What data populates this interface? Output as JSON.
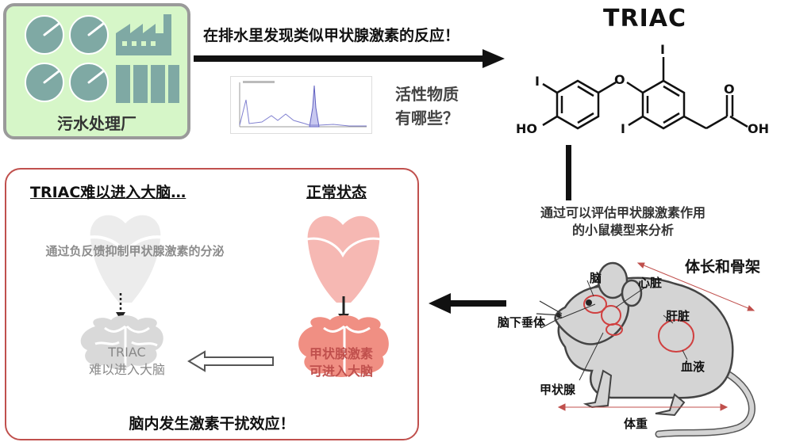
{
  "plant": {
    "label": "污水处理厂"
  },
  "top_arrow": {
    "label": "在排水里发现类似甲状腺激素的反应！"
  },
  "question": {
    "line1": "活性物质",
    "line2": "有哪些？"
  },
  "molecule": {
    "title": "TRIAC",
    "atoms": {
      "iodine": "I",
      "oxygen": "O",
      "hydroxyl": "HO",
      "acid_oh": "OH"
    }
  },
  "model": {
    "line1": "通过可以评估甲状腺激素作用",
    "line2": "的小鼠模型来分析"
  },
  "mouse": {
    "heading": "体长和骨架",
    "labels": {
      "brain": "脑",
      "heart": "心脏",
      "liver": "肝脏",
      "pituitary": "脑下垂体",
      "blood": "血液",
      "thyroid": "甲状腺",
      "weight": "体重"
    }
  },
  "box": {
    "left_heading": "TRIAC难以进入大脑…",
    "right_heading": "正常状态",
    "feedback": "通过负反馈抑制甲状腺激素的分泌",
    "triac_brain": {
      "line1": "TRIAC",
      "line2": "难以进入大脑"
    },
    "enter_brain": {
      "line1": "甲状腺激素",
      "line2": "可进入大脑"
    },
    "effect": "脑内发生激素干扰效应！"
  },
  "colors": {
    "plant_bg": "#d6f6c8",
    "tank": "#7fa9a4",
    "box_border": "#c0504d",
    "thyroid_pink": "#f6b8b3",
    "brain_pink": "#f08f83",
    "grey_shape": "#e4e4e4",
    "mouse_body": "#d4d4d4",
    "organ_ring": "#d04040"
  }
}
